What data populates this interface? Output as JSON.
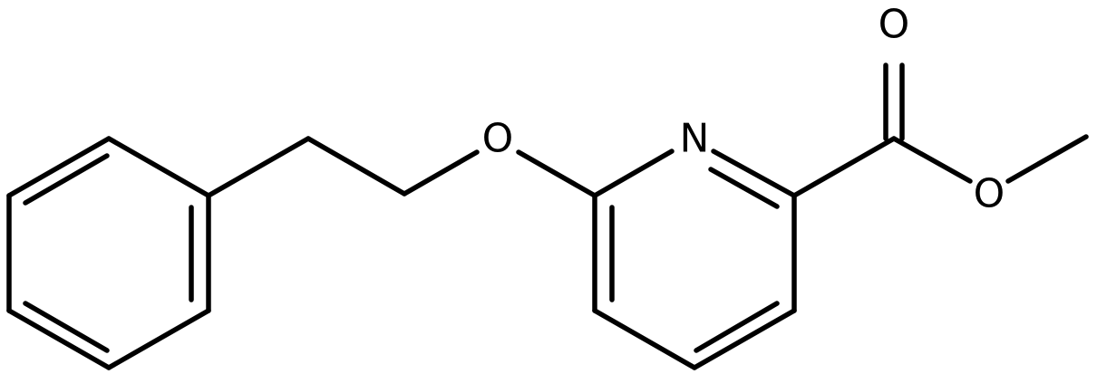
{
  "molecule": {
    "atom_labels": {
      "ether_oxygen": "O",
      "ring_nitrogen": "N",
      "carbonyl_oxygen": "O",
      "ester_oxygen": "O"
    },
    "line_color": "#000000",
    "background_color": "#ffffff"
  }
}
